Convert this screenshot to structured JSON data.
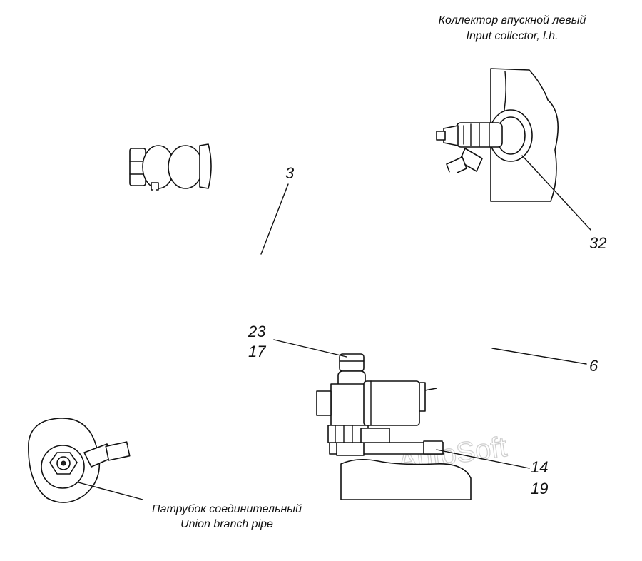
{
  "labels": {
    "collector_ru": "Коллектор впускной левый",
    "collector_en": "Input collector, l.h.",
    "union_ru": "Патрубок соединительный",
    "union_en": "Union branch pipe",
    "part_3": "3",
    "part_6": "6",
    "part_23": "23",
    "part_17": "17",
    "part_32": "32",
    "part_14": "14",
    "part_19": "19"
  },
  "watermark": "AutoSoft",
  "colors": {
    "ink": "#111111",
    "background": "#ffffff",
    "watermark": "#cfcfcf"
  }
}
